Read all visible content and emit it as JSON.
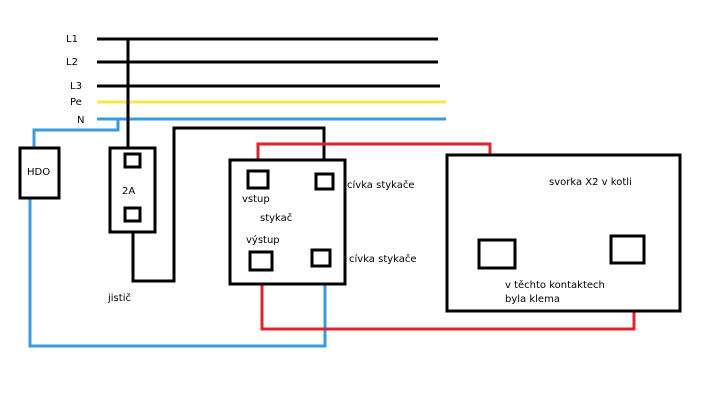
{
  "bus_labels": {
    "l1": "L1",
    "l2": "L2",
    "l3": "L3",
    "pe": "Pe",
    "n": "N"
  },
  "components": {
    "hdo": "HDO",
    "breaker_rating": "2A",
    "breaker_label": "jistič",
    "contactor_label": "stykač",
    "contactor_input": "vstup",
    "contactor_output": "výstup",
    "coil_top": "cívka stykače",
    "coil_bottom": "cívka stykače",
    "boiler_title": "svorka X2 v kotli",
    "boiler_note_line1": "v těchto kontaktech",
    "boiler_note_line2": "byla klema"
  },
  "colors": {
    "phase": "#000000",
    "pe": "#f5e94a",
    "neutral": "#3a9bdc",
    "control": "#e0242b"
  }
}
